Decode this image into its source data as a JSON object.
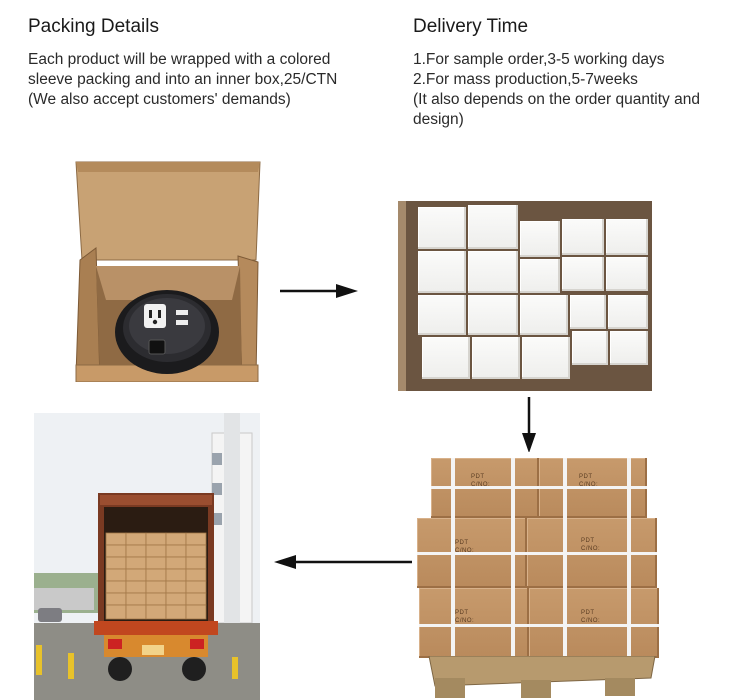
{
  "packing": {
    "title": "Packing Details",
    "lines": [
      "Each product will be wrapped with a colored",
      "sleeve packing and into an inner box,25/CTN",
      "(We also accept customers' demands)"
    ]
  },
  "delivery": {
    "title": "Delivery Time",
    "lines": [
      "1.For sample order,3-5 working days",
      "2.For mass production,5-7weeks",
      "(It also depends on the order quantity and",
      "design)"
    ]
  },
  "carton_marks": [
    "PDT",
    "C/NO:"
  ],
  "colors": {
    "text": "#222222",
    "arrow": "#111111",
    "cardboard": "#c49a6c"
  },
  "icons": {
    "arrow_right": "arrow-right-icon",
    "arrow_down": "arrow-down-icon",
    "arrow_left": "arrow-left-icon"
  }
}
